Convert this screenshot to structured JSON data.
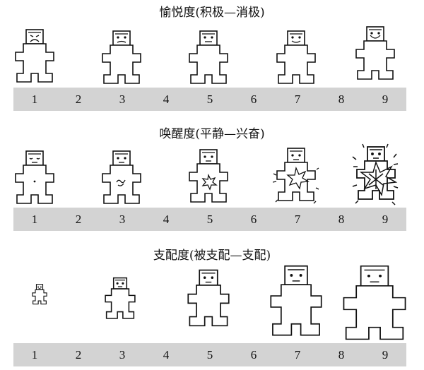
{
  "sections": [
    {
      "title": "愉悦度(积极—消极)",
      "scale": [
        "1",
        "2",
        "3",
        "4",
        "5",
        "6",
        "7",
        "8",
        "9"
      ],
      "figures": [
        "very-sad",
        "sad",
        "neutral",
        "smile",
        "big-smile"
      ]
    },
    {
      "title": "唤醒度(平静—兴奋)",
      "scale": [
        "1",
        "2",
        "3",
        "4",
        "5",
        "6",
        "7",
        "8",
        "9"
      ],
      "figures": [
        "calm",
        "slightly-aroused",
        "aroused",
        "very-aroused",
        "explosive"
      ]
    },
    {
      "title": "支配度(被支配—支配)",
      "scale": [
        "1",
        "2",
        "3",
        "4",
        "5",
        "6",
        "7",
        "8",
        "9"
      ],
      "figures": [
        "tiny",
        "small",
        "medium",
        "large",
        "huge"
      ]
    }
  ],
  "colors": {
    "scale_bar": "#d3d3d3",
    "ink": "#111111"
  }
}
